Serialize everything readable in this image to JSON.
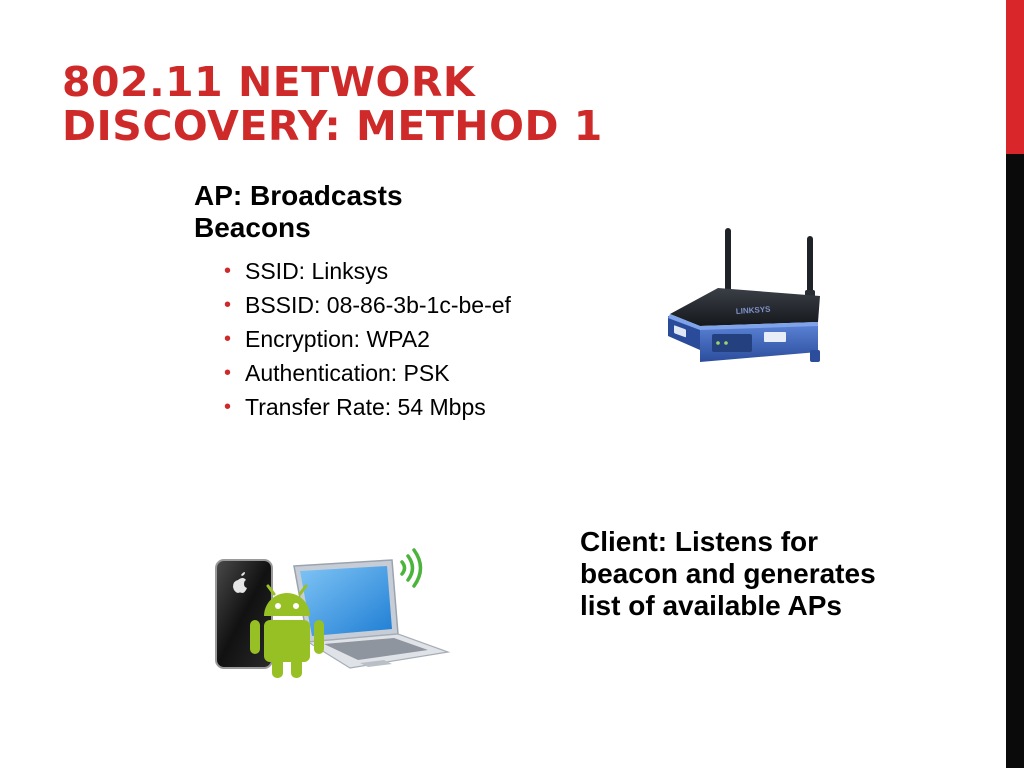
{
  "slide": {
    "title_line1": "802.11 Network",
    "title_line2": "Discovery: Method 1",
    "ap_heading_line1": "AP: Broadcasts",
    "ap_heading_line2": "Beacons",
    "bullets": [
      {
        "text": "SSID: Linksys"
      },
      {
        "text": "BSSID: 08-86-3b-1c-be-ef"
      },
      {
        "text": "Encryption: WPA2"
      },
      {
        "text": "Authentication: PSK"
      },
      {
        "text": "Transfer Rate: 54 Mbps"
      }
    ],
    "bullet_glyph": "•",
    "client_text": "Client: Listens for beacon and generates list of available APs",
    "router_brand": "LINKSYS",
    "icons": [
      "wireless-router-icon",
      "smartphone-icon",
      "android-robot-icon",
      "laptop-icon",
      "wifi-signal-icon"
    ]
  },
  "colors": {
    "title": "#cf2a2a",
    "accent_red": "#d9262b",
    "accent_black": "#0a0a0a",
    "router_blue": "#3a5fb8",
    "android_green": "#97c024",
    "wifi_green": "#4cb43c"
  }
}
